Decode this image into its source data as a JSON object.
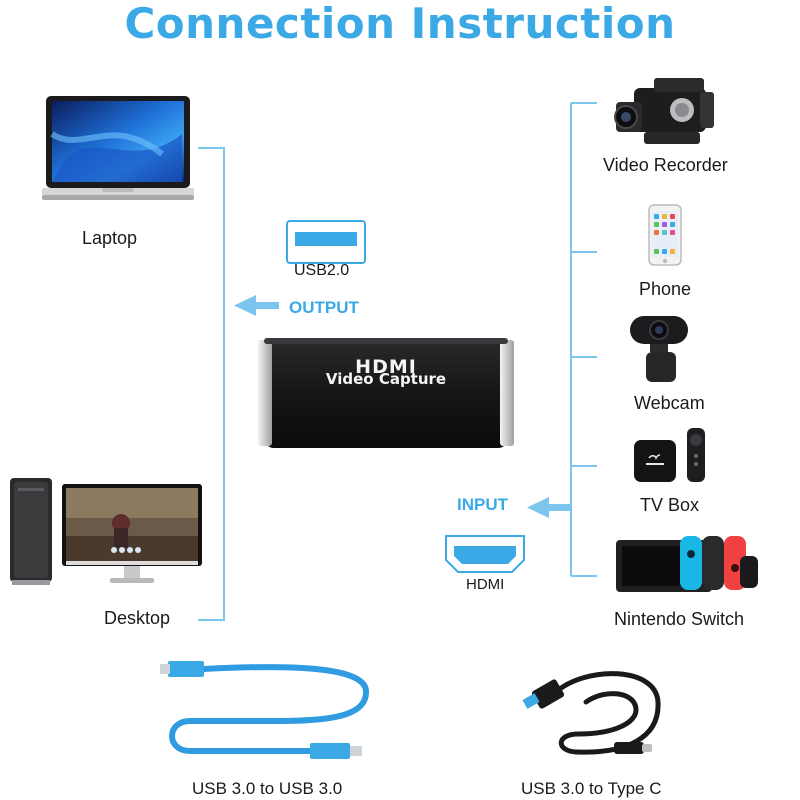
{
  "title": "Connection Instruction",
  "accent_color": "#3aa9e5",
  "left_devices": {
    "laptop": {
      "label": "Laptop",
      "icon": "laptop-icon"
    },
    "desktop": {
      "label": "Desktop",
      "icon": "desktop-icon"
    }
  },
  "right_devices": [
    {
      "label": "Video Recorder",
      "icon": "video-recorder-icon"
    },
    {
      "label": "Phone",
      "icon": "phone-icon"
    },
    {
      "label": "Webcam",
      "icon": "webcam-icon"
    },
    {
      "label": "TV Box",
      "icon": "tv-box-icon"
    },
    {
      "label": "Nintendo Switch",
      "icon": "nintendo-switch-icon"
    }
  ],
  "capture_device": {
    "line1": "HDMI",
    "line2": "Video Capture",
    "icon": "capture-card-icon"
  },
  "output": {
    "label": "OUTPUT",
    "port_label": "USB2.0",
    "icon": "usb-port-icon"
  },
  "input": {
    "label": "INPUT",
    "port_label": "HDMI",
    "icon": "hdmi-port-icon"
  },
  "cables": [
    {
      "label": "USB 3.0 to USB 3.0",
      "icon": "usb-cable-icon",
      "color": "#3aa9e5"
    },
    {
      "label": "USB 3.0 to Type C",
      "icon": "type-c-cable-icon",
      "color": "#111111"
    }
  ]
}
